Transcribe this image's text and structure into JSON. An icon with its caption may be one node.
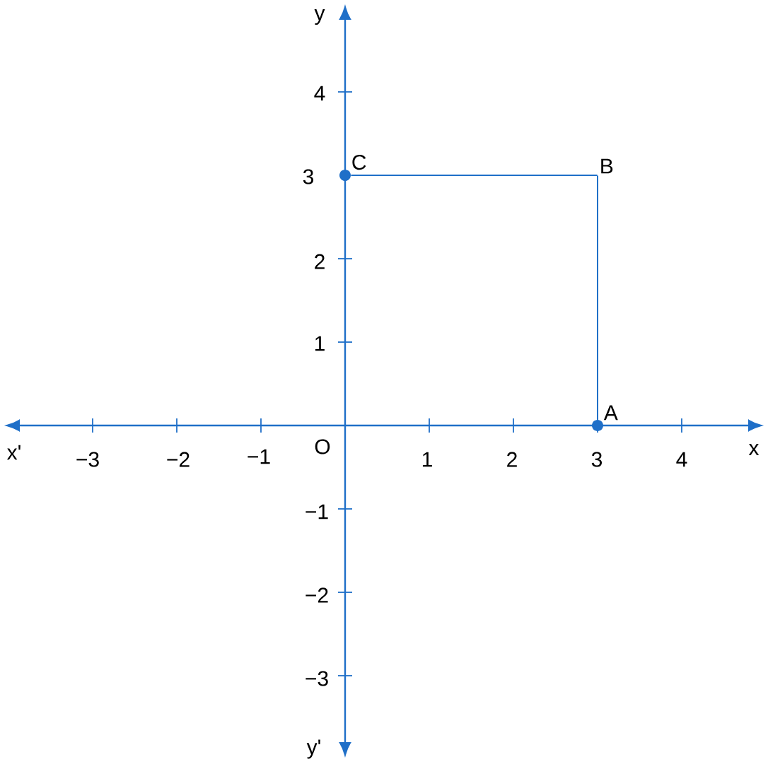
{
  "diagram": {
    "nodes": [
      {
        "text": [
          "C"
        ]
      },
      {
        "text": [
          "B"
        ]
      },
      {
        "text": [
          "A"
        ]
      }
    ],
    "edges": [
      {
        "from": 0,
        "to": 1,
        "arrow": "none"
      },
      {
        "from": 1,
        "to": 2,
        "arrow": "none"
      }
    ],
    "labels": [
      "y",
      "4",
      "3",
      "2",
      "1",
      "x'",
      "−3",
      "−2",
      "−1",
      "O",
      "1",
      "2",
      "3",
      "4",
      "x",
      "−1",
      "−2",
      "−3",
      "y'"
    ]
  }
}
